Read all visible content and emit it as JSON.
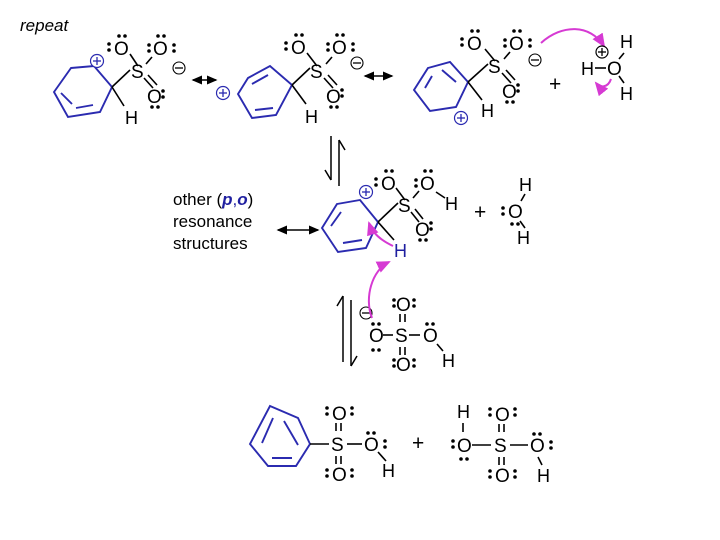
{
  "scheme": {
    "repeat_label": "repeat",
    "other_text": {
      "pre": "other (",
      "p": "p",
      "comma": ",",
      "o": "o",
      "post": ")"
    },
    "resonance_label": "resonance",
    "structures_label": "structures",
    "plus": "+"
  },
  "atoms": {
    "S": "S",
    "O": "O",
    "H": "H"
  },
  "colors": {
    "ring": "#2b2bb0",
    "arrow": "#d63ad3",
    "text": "#000000"
  }
}
